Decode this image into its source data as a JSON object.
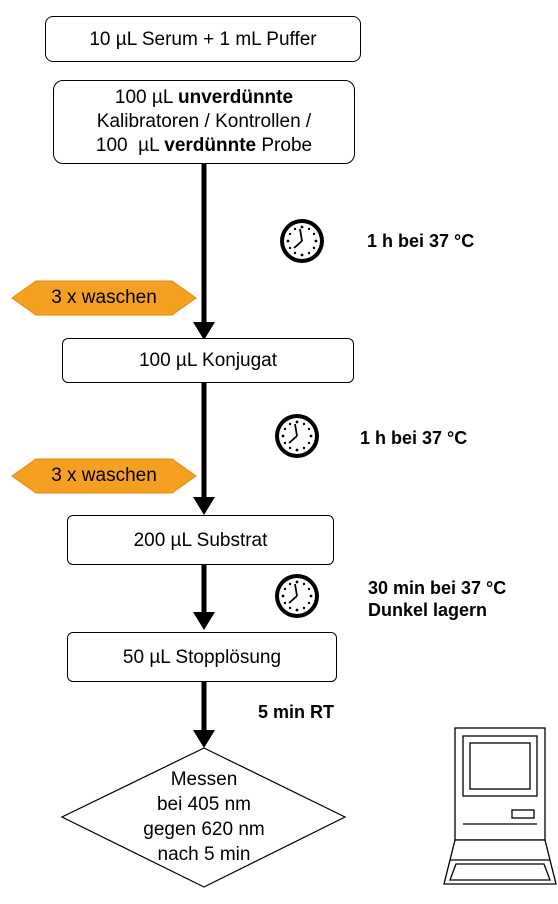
{
  "steps": {
    "serum": {
      "text": "10 µL Serum + 1 mL Puffer"
    },
    "sample": {
      "line1_normal": "100 µL ",
      "line1_bold": "unverdünnte",
      "line2": "Kalibratoren / Kontrollen /",
      "line3_normal_a": "100  µL ",
      "line3_bold": "verdünnte",
      "line3_normal_b": " Probe"
    },
    "conjugate": {
      "text": "100 µL Konjugat"
    },
    "substrate": {
      "text": "200 µL Substrat"
    },
    "stop": {
      "text": "50 µL Stopplösung"
    }
  },
  "wash": [
    {
      "label": "3 x waschen"
    },
    {
      "label": "3 x waschen"
    }
  ],
  "incubations": [
    {
      "line1": "1 h bei 37 °C"
    },
    {
      "line1": "1 h bei 37 °C"
    },
    {
      "line1": "30 min bei 37 °C",
      "line2": "Dunkel lagern"
    },
    {
      "line1": "5 min RT"
    }
  ],
  "measure": {
    "lines": [
      "Messen",
      "bei 405 nm",
      "gegen 620 nm",
      "nach 5 min"
    ]
  },
  "icons": {
    "clock": "clock-icon",
    "computer": "computer-icon"
  },
  "colors": {
    "wash_fill": "#F5A020",
    "line": "#000000"
  }
}
